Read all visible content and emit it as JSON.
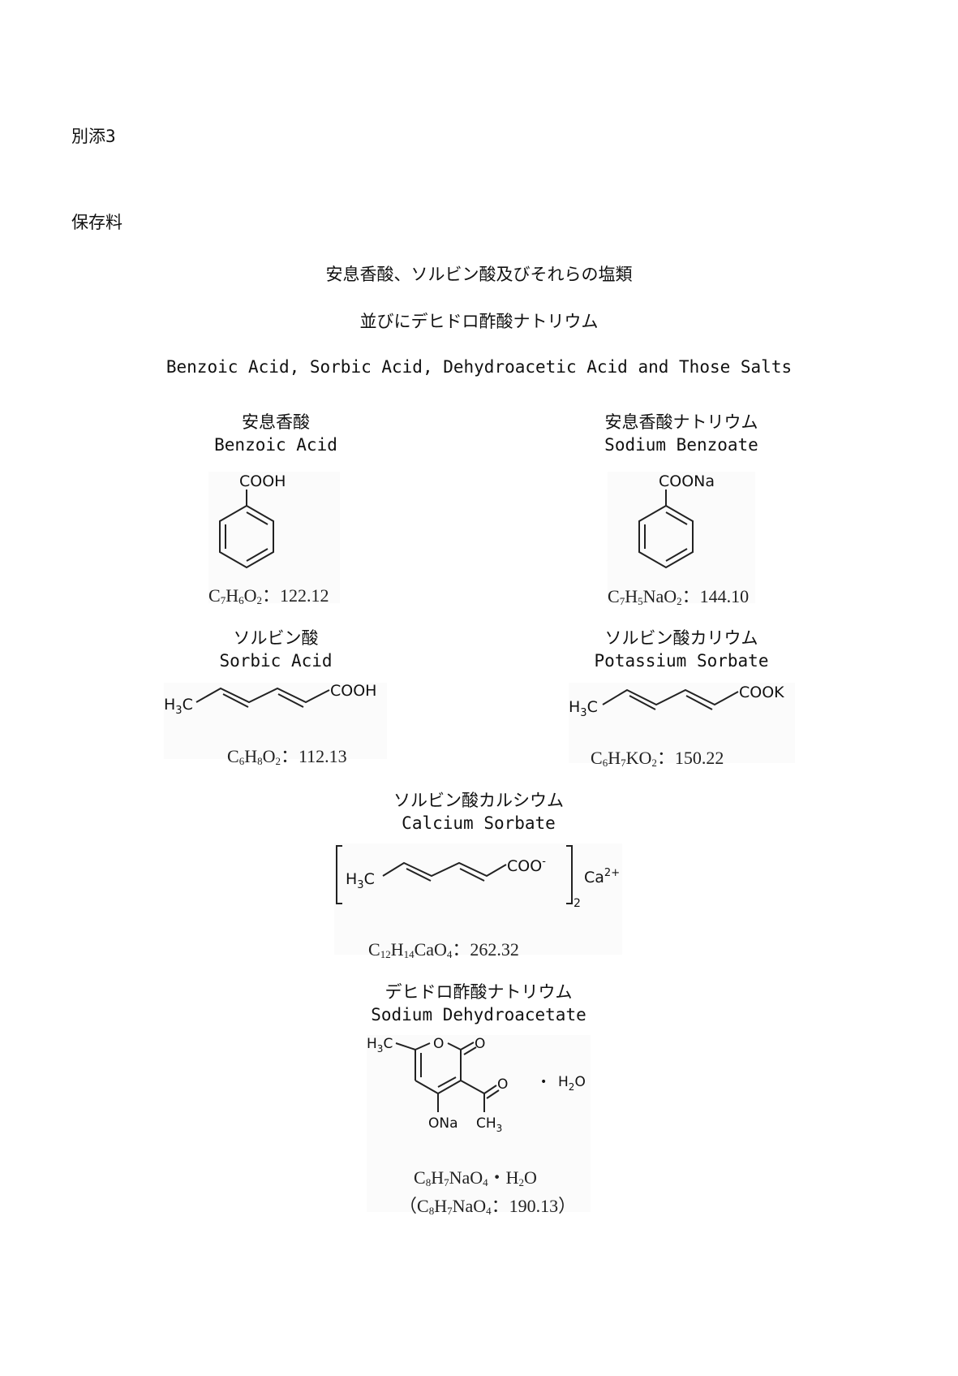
{
  "header": {
    "attachment_label": "別添3",
    "category": "保存料"
  },
  "title": {
    "line1": "安息香酸、ソルビン酸及びそれらの塩類",
    "line2": "並びにデヒドロ酢酸ナトリウム",
    "english": "Benzoic Acid, Sorbic Acid, Dehydroacetic Acid and Those Salts"
  },
  "compounds": [
    {
      "name_ja": "安息香酸",
      "name_en": "Benzoic Acid",
      "group": "COOH",
      "formula_parts": [
        "C",
        "7",
        "H",
        "6",
        "O",
        "2"
      ],
      "mass": "：122.12"
    },
    {
      "name_ja": "安息香酸ナトリウム",
      "name_en": "Sodium Benzoate",
      "group": "COONa",
      "formula_parts": [
        "C",
        "7",
        "H",
        "5",
        "NaO",
        "2"
      ],
      "mass": "：144.10"
    },
    {
      "name_ja": "ソルビン酸",
      "name_en": "Sorbic Acid",
      "group": "COOH",
      "h3c": "H",
      "h3c_sub": "3",
      "h3c_c": "C",
      "formula_parts": [
        "C",
        "6",
        "H",
        "8",
        "O",
        "2"
      ],
      "mass": "：112.13"
    },
    {
      "name_ja": "ソルビン酸カリウム",
      "name_en": "Potassium Sorbate",
      "group": "COOK",
      "h3c": "H",
      "h3c_sub": "3",
      "h3c_c": "C",
      "formula_parts": [
        "C",
        "6",
        "H",
        "7",
        "KO",
        "2"
      ],
      "mass": "：150.22"
    },
    {
      "name_ja": "ソルビン酸カルシウム",
      "name_en": "Calcium Sorbate",
      "group": "COO",
      "group_sup": "-",
      "h3c": "H",
      "h3c_sub": "3",
      "h3c_c": "C",
      "bracket_sub": "2",
      "counter_ion": "Ca",
      "counter_sup": "2+",
      "formula_parts": [
        "C",
        "12",
        "H",
        "14",
        "CaO",
        "4"
      ],
      "mass": "：262.32"
    },
    {
      "name_ja": "デヒドロ酢酸ナトリウム",
      "name_en": "Sodium Dehydroacetate",
      "h3c": "H",
      "h3c_sub": "3",
      "h3c_c": "C",
      "ring_o": "O",
      "carbonyl_o": "O",
      "acetyl_o": "O",
      "ona": "ONa",
      "ch3": "CH",
      "ch3_sub": "3",
      "dot": "•",
      "water": "H",
      "water_sub": "2",
      "water_o": "O",
      "formula_parts": [
        "C",
        "8",
        "H",
        "7",
        "NaO",
        "4"
      ],
      "hydrate": "・H",
      "hydrate_sub": "2",
      "hydrate_o": "O",
      "paren_open": "（",
      "paren_close": "）",
      "formula2_parts": [
        "C",
        "8",
        "H",
        "7",
        "NaO",
        "4"
      ],
      "mass": "：190.13"
    }
  ]
}
